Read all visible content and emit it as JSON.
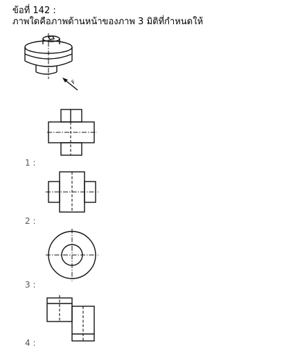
{
  "question": {
    "number_label": "ข้อที่ 142 :",
    "text": "ภาพใดคือภาพด้านหน้าของภาพ 3 มิติที่กำหนดให้"
  },
  "options": [
    {
      "label": "1 :"
    },
    {
      "label": "2 :"
    },
    {
      "label": "3 :"
    },
    {
      "label": "4 :"
    }
  ],
  "iso_view": {
    "arrow_label": "F"
  }
}
